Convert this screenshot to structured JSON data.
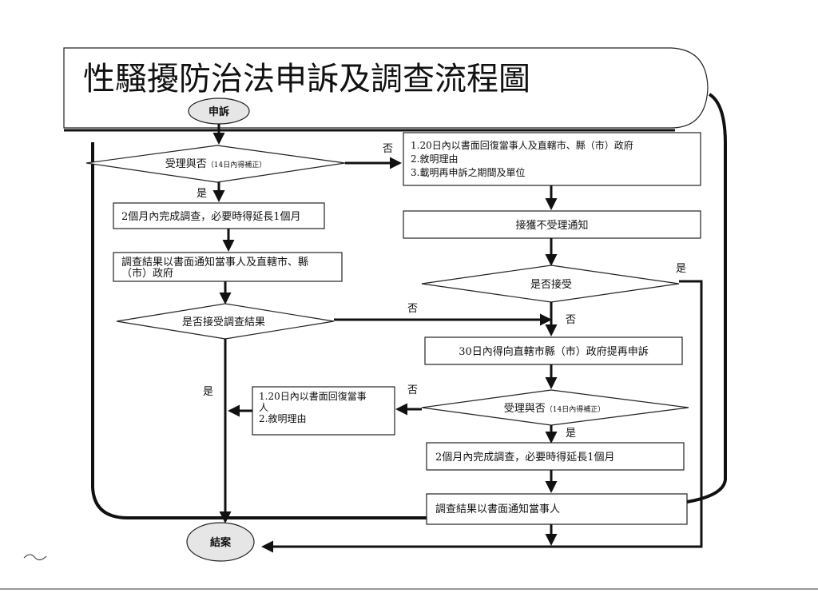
{
  "title": "性騷擾防治法申訴及調查流程圖",
  "nodes": {
    "start": "申訴",
    "accept1_a": "受理與否",
    "accept1_b": "（14日內得補正）",
    "yes_label": "是",
    "no_label": "否",
    "invest1": "2個月內完成調查，必要時得延長1個月",
    "notify1_line1": "調查結果以書面通知當事人及直轄市、縣",
    "notify1_line2": "（市）政府",
    "accept_result": "是否接受調查結果",
    "reject_reply_line1": "1.20日內以書面回復當事人及直轄市、縣（市）政府",
    "reject_reply_line2": "2.敘明理由",
    "reject_reply_line3": "3.載明再申訴之期間及單位",
    "received_notice": "接獲不受理通知",
    "accept_or_not": "是否接受",
    "re_appeal": "30日內得向直轄市縣（市）政府提再申訴",
    "accept2_a": "受理與否",
    "accept2_b": "（14日內得補正）",
    "reply2_line1": "1.20日內以書面回復當事",
    "reply2_line2": "人",
    "reply2_line3": "2.敘明理由",
    "invest2": "2個月內完成調查，必要時得延長1個月",
    "notify2": "調查結果以書面通知當事人",
    "end": "結案"
  }
}
